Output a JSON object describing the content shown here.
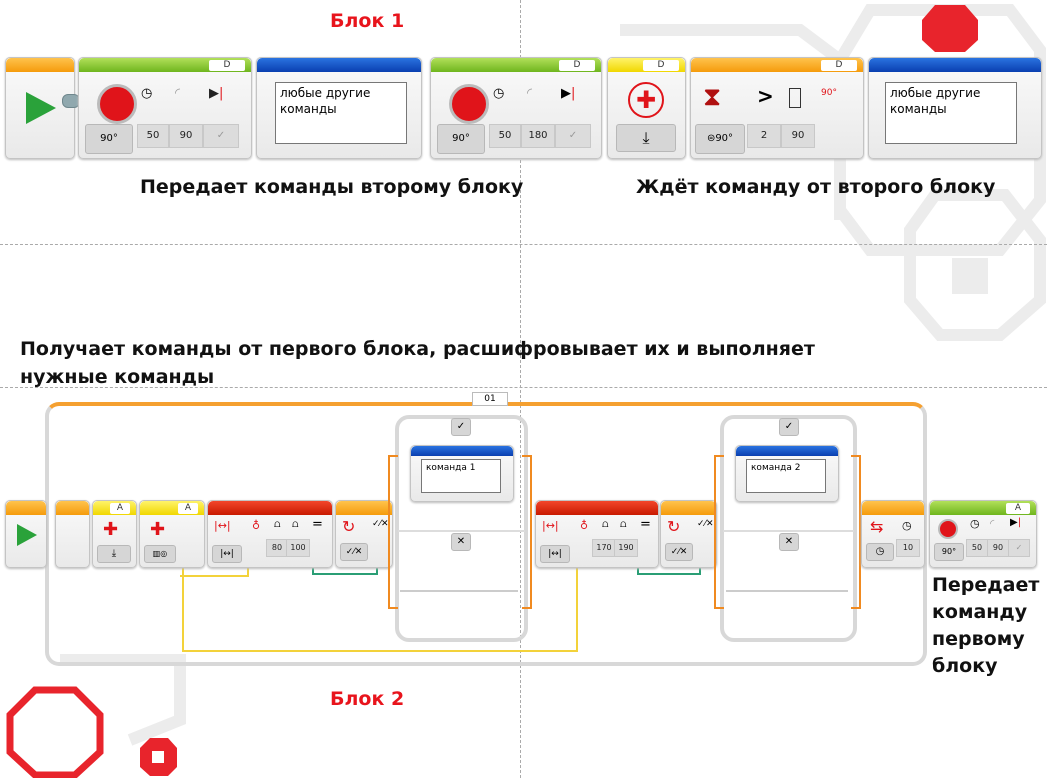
{
  "captions": {
    "block1": "Блок 1",
    "block2": "Блок 2",
    "sends_to_second": "Передает команды второму блоку",
    "waits_from_second": "Ждёт команду от второго блоку",
    "receives_line1": "Получает команды от первого блока, расшифровывает их и выполняет",
    "receives_line2": "нужные команды",
    "sends_to_first": [
      "Передает",
      "команду",
      "первому",
      "блоку"
    ]
  },
  "program1": {
    "motor1": {
      "port": "D",
      "power": "50",
      "degrees": "90",
      "mode": "90°"
    },
    "comment1": "любые другие команды",
    "motor2": {
      "port": "D",
      "power": "50",
      "degrees": "180",
      "mode": "90°"
    },
    "rotation_reset": {
      "port": "D"
    },
    "wait": {
      "port": "D",
      "compare": ">",
      "type": "2",
      "threshold": "90"
    },
    "comment2": "любые другие команды"
  },
  "program2": {
    "loop_label": "01",
    "reset": {
      "port": "A"
    },
    "sensor": {
      "port": "A"
    },
    "range1": {
      "lower": "80",
      "upper": "100",
      "op": "="
    },
    "case1_true": "✓",
    "case1_false": "✕",
    "comment_case1": "команда 1",
    "range2": {
      "lower": "170",
      "upper": "190",
      "op": "="
    },
    "case2_true": "✓",
    "case2_false": "✕",
    "comment_case2": "команда 2",
    "loop_end": {
      "value": "10"
    },
    "motor": {
      "port": "A",
      "power": "50",
      "degrees": "90"
    }
  },
  "colors": {
    "accent_red": "#e8141c",
    "motor_green": "#6fb51e",
    "comment_blue": "#0a3fb0",
    "flow_orange": "#f59b0c",
    "sensor_yellow": "#f1d700",
    "data_red": "#c81a00"
  }
}
